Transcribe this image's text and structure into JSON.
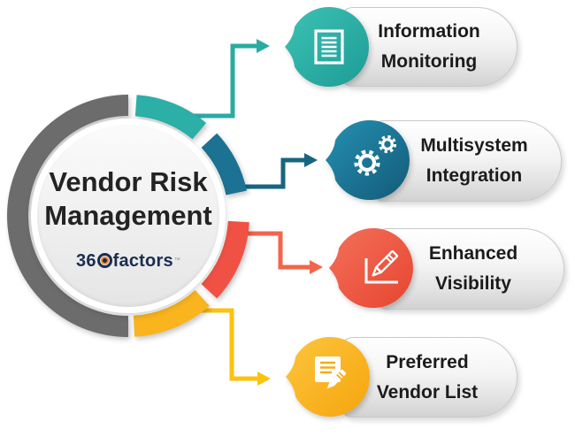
{
  "diagram": {
    "center": {
      "title_line1": "Vendor Risk",
      "title_line2": "Management",
      "logo": {
        "prefix": "36",
        "symbol": "ring-target",
        "suffix": "factors",
        "trademark": "™",
        "navy": "#1b2d50",
        "orange": "#f58220"
      }
    },
    "items": [
      {
        "line1": "Information",
        "line2": "Monitoring",
        "icon": "document-icon",
        "color": "#2bafa6",
        "connector_color": "#2aaba2"
      },
      {
        "line1": "Multisystem",
        "line2": "Integration",
        "icon": "gears-icon",
        "color": "#1c7293",
        "connector_color": "#17657f"
      },
      {
        "line1": "Enhanced",
        "line2": "Visibility",
        "icon": "pencil-chart-icon",
        "color": "#ef5244",
        "connector_color": "#f2654c"
      },
      {
        "line1": "Preferred",
        "line2": "Vendor List",
        "icon": "document-pencil-icon",
        "color": "#f9b41e",
        "connector_color": "#fdc20f"
      }
    ],
    "colors": {
      "ring_gray": "#6c6c6c",
      "teal": "#2bafa6",
      "blue": "#1c7293",
      "red": "#ef5244",
      "yellow": "#f9b41e",
      "capsule_border": "#c9c9c9",
      "text": "#1b1b1b"
    }
  }
}
